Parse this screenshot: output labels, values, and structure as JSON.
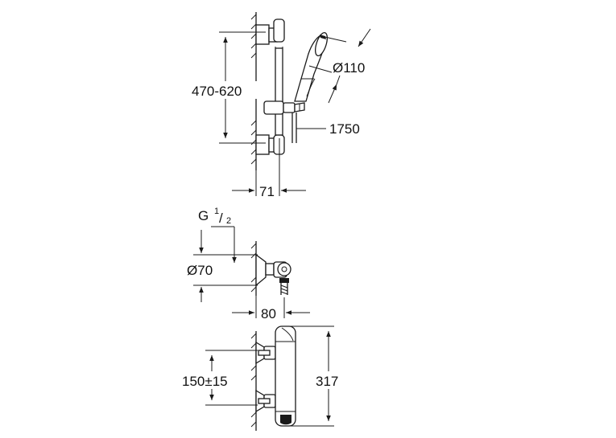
{
  "labels": {
    "diameter_head": "110",
    "hose_length": "1750",
    "rail_range": "470-620",
    "rail_depth": "71",
    "thread_g": "G",
    "thread_num": "1",
    "thread_den": "2",
    "diameter_rosette": "70",
    "mixer_depth": "80",
    "mixer_centers": "150±15",
    "mixer_height": "317"
  },
  "symbols": {
    "diameter": "Ø"
  }
}
